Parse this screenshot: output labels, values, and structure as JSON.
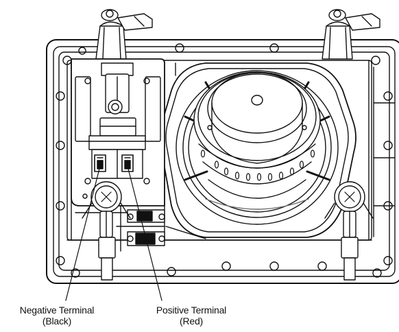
{
  "callouts": {
    "negative": {
      "line1": "Negative Terminal",
      "line2": "(Black)"
    },
    "positive": {
      "line1": "Positive Terminal",
      "line2": "(Red)"
    }
  },
  "colors": {
    "ink": "#111111",
    "paper": "#ffffff",
    "shade": "#6e6e6e"
  }
}
